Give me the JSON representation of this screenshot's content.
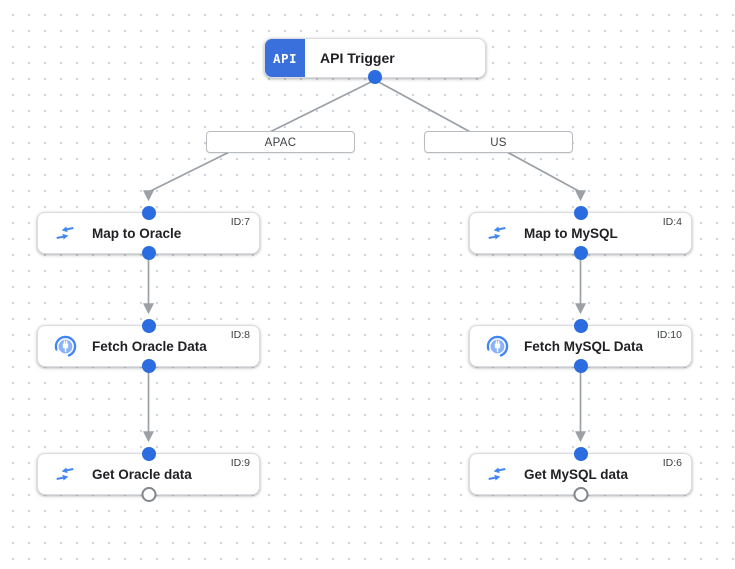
{
  "canvas": {
    "description": "workflow designer dotted canvas"
  },
  "colors": {
    "edge_gray": "#9aa0a6",
    "port_blue": "#2b6ce0",
    "api_tab_blue": "#3a70dc",
    "icon_blue": "#4285f4",
    "icon_light_blue": "#8ab4f8",
    "node_border": "#dadce0"
  },
  "trigger": {
    "icon_text": "API",
    "label": "API Trigger"
  },
  "branches": [
    {
      "region": "APAC",
      "nodes": [
        {
          "label": "Map to Oracle",
          "id": "ID:7",
          "icon": "data-mapping-icon"
        },
        {
          "label": "Fetch Oracle Data",
          "id": "ID:8",
          "icon": "connector-icon"
        },
        {
          "label": "Get Oracle data",
          "id": "ID:9",
          "icon": "data-mapping-icon"
        }
      ]
    },
    {
      "region": "US",
      "nodes": [
        {
          "label": "Map to MySQL",
          "id": "ID:4",
          "icon": "data-mapping-icon"
        },
        {
          "label": "Fetch MySQL Data",
          "id": "ID:10",
          "icon": "connector-icon"
        },
        {
          "label": "Get MySQL data",
          "id": "ID:6",
          "icon": "data-mapping-icon"
        }
      ]
    }
  ]
}
